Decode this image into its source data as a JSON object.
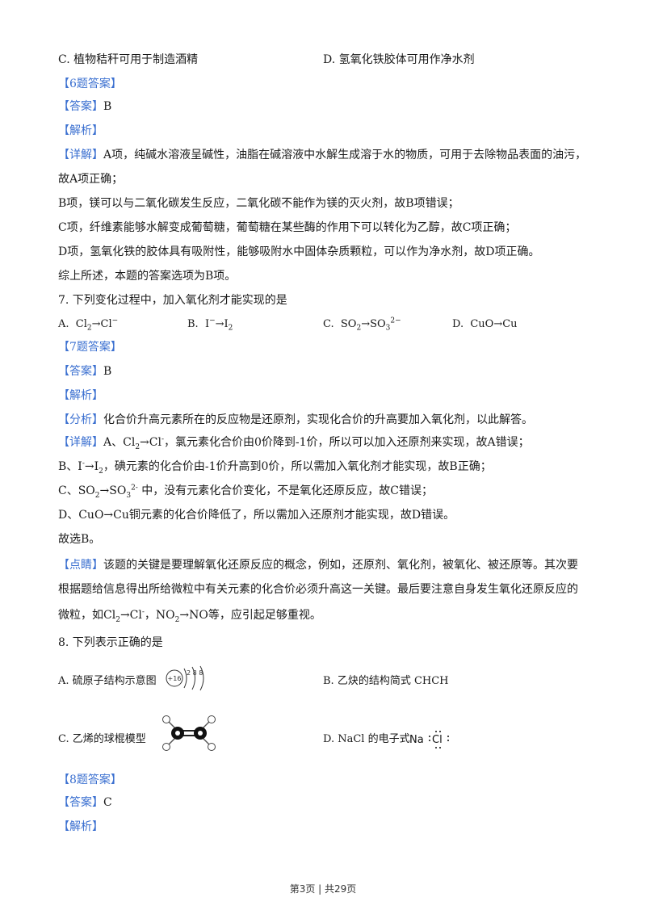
{
  "q6": {
    "optC": "C.  植物秸秆可用于制造酒精",
    "optD": "D.  氢氧化铁胶体可用作净水剂",
    "answer_header": "【6题答案】",
    "answer_tag": "【答案】",
    "answer_value": "B",
    "analysis_tag": "【解析】",
    "detail_tag": "【详解】",
    "detail_1a": "A项，纯碱水溶液呈碱性，油脂在碱溶液中水解生成溶于水的物质，可用于去除物品表面的油污，",
    "detail_1b": "故A项正确；",
    "detail_2": "B项，镁可以与二氧化碳发生反应，二氧化碳不能作为镁的灭火剂，故B项错误；",
    "detail_3": "C项，纤维素能够水解变成葡萄糖，葡萄糖在某些酶的作用下可以转化为乙醇，故C项正确；",
    "detail_4": "D项，氢氧化铁的胶体具有吸附性，能够吸附水中固体杂质颗粒，可以作为净水剂，故D项正确。",
    "summary": "综上所述，本题的答案选项为B项。"
  },
  "q7": {
    "question": "7. 下列变化过程中，加入氧化剂才能实现的是",
    "answer_header": "【7题答案】",
    "answer_tag": "【答案】",
    "answer_value": "B",
    "analysis_tag": "【解析】",
    "analysis_sub_tag": "【分析】",
    "analysis_text": "化合价升高元素所在的反应物是还原剂，实现化合价的升高要加入氧化剂，以此解答。",
    "detail_tag": "【详解】",
    "detail_a_text": "，氯元素化合价由0价降到-1价，所以可以加入还原剂来实现，故A错误；",
    "detail_b_text": "，碘元素的化合价由-1价升高到0价，所以需加入氧化剂才能实现，故B正确；",
    "detail_c_text": " 中，没有元素化合价变化，不是氧化还原反应，故C错误；",
    "detail_d_text": "铜元素的化合价降低了，所以需加入还原剂才能实现，故D错误。",
    "conclusion": "故选B。",
    "comment_tag": "【点睛】",
    "comment_1": "该题的关键是要理解氧化还原反应的概念，例如，还原剂、氧化剂，被氧化、被还原等。其次要",
    "comment_2": "根据题给信息得出所给微粒中有关元素的化合价必须升高这一关键。最后要注意自身发生氧化还原反应的",
    "comment_3_pre": "微粒，如",
    "comment_3_post": "等，应引起足够重视。"
  },
  "q8": {
    "question": "8. 下列表示正确的是",
    "optA": "A.  硫原子结构示意图",
    "optB": "B.  乙炔的结构简式 CHCH",
    "optC": "C.  乙烯的球棍模型",
    "optD": "D.  NaCl 的电子式",
    "atom_nucleus": "+16",
    "atom_shells": "2 8 8",
    "ecl_na": "Na",
    "ecl_cl": "Cl",
    "answer_header": "【8题答案】",
    "answer_tag": "【答案】",
    "answer_value": "C",
    "analysis_tag": "【解析】"
  },
  "footer": "第3页 | 共29页",
  "colors": {
    "accent": "#3a6fd0",
    "text": "#1a1a1a"
  }
}
